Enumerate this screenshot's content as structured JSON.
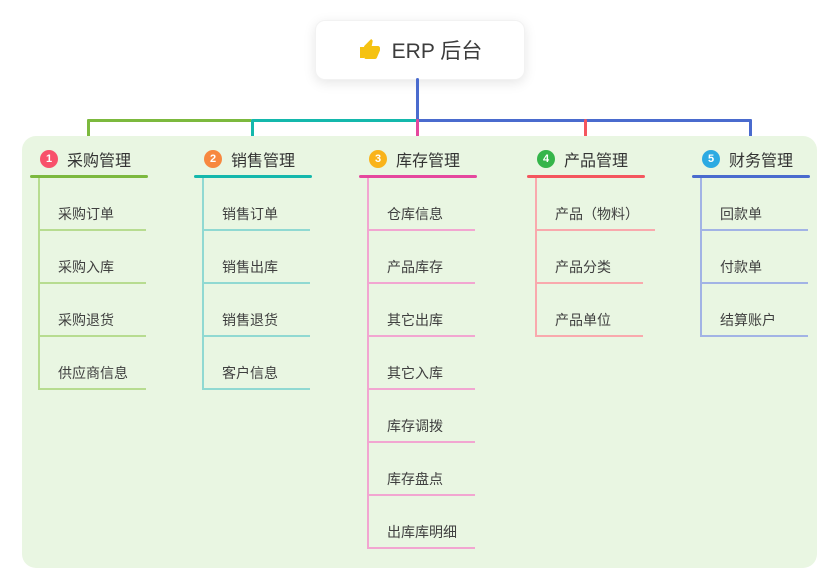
{
  "root": {
    "icon": "thumbs-up",
    "label": "ERP 后台"
  },
  "branches": [
    {
      "num": "1",
      "label": "采购管理",
      "color": "#7cb93e",
      "light": "#b7dc90",
      "badge_color": "#f8516b",
      "items": [
        "采购订单",
        "采购入库",
        "采购退货",
        "供应商信息"
      ]
    },
    {
      "num": "2",
      "label": "销售管理",
      "color": "#14b8ac",
      "light": "#90d9d2",
      "badge_color": "#f7883f",
      "items": [
        "销售订单",
        "销售出库",
        "销售退货",
        "客户信息"
      ]
    },
    {
      "num": "3",
      "label": "库存管理",
      "color": "#e5489e",
      "light": "#f2a6d1",
      "badge_color": "#f9b31a",
      "items": [
        "仓库信息",
        "产品库存",
        "其它出库",
        "其它入库",
        "库存调拨",
        "库存盘点",
        "出库库明细"
      ]
    },
    {
      "num": "4",
      "label": "产品管理",
      "color": "#f4565e",
      "light": "#f9a9ad",
      "badge_color": "#35b54a",
      "items": [
        "产品（物料）",
        "产品分类",
        "产品单位"
      ]
    },
    {
      "num": "5",
      "label": "财务管理",
      "color": "#4a6bce",
      "light": "#a2b3e5",
      "badge_color": "#2caae2",
      "items": [
        "回款单",
        "付款单",
        "结算账户"
      ]
    }
  ],
  "colors": {
    "panel_background": "#e9f6e2",
    "root_connector": "#4a6bce",
    "thumb_icon": "#f5c211",
    "text": "#3f3f3f"
  }
}
